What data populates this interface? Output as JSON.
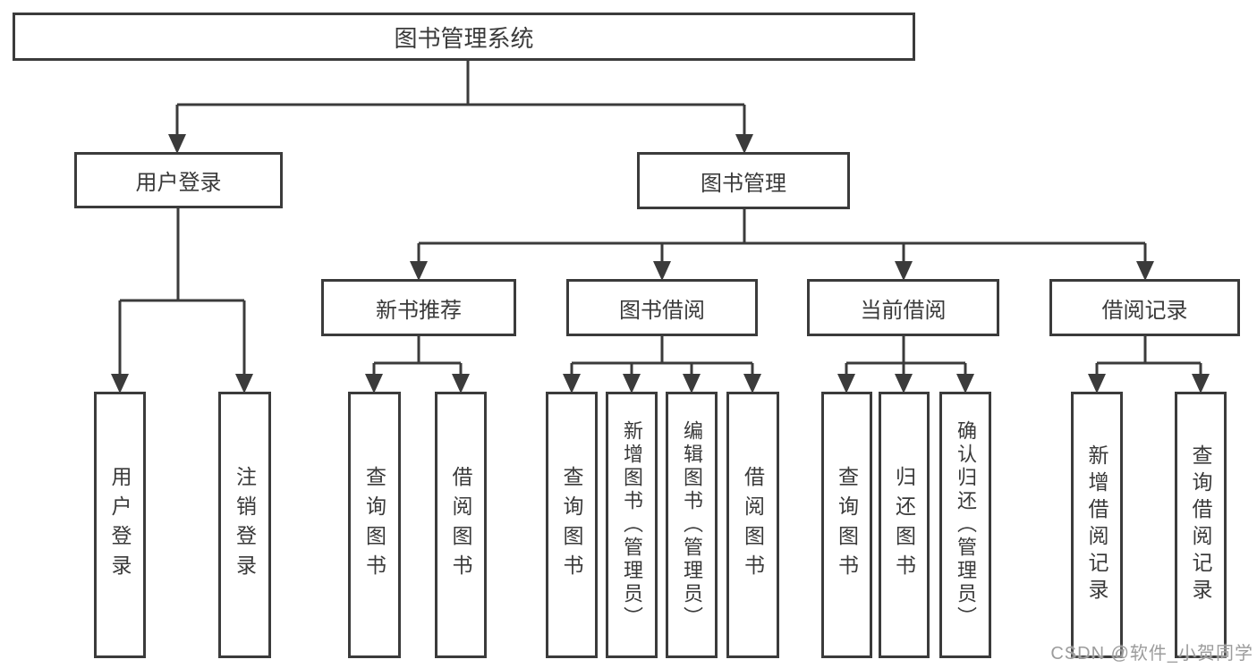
{
  "diagram": {
    "root": {
      "label": "图书管理系统"
    },
    "branches": [
      {
        "label": "用户登录",
        "children": [
          {
            "label": "用户登录"
          },
          {
            "label": "注销登录"
          }
        ]
      },
      {
        "label": "图书管理",
        "children": [
          {
            "label": "新书推荐",
            "children": [
              {
                "label": "查询图书"
              },
              {
                "label": "借阅图书"
              }
            ]
          },
          {
            "label": "图书借阅",
            "children": [
              {
                "label": "查询图书"
              },
              {
                "label": "新增图书（管理员）"
              },
              {
                "label": "编辑图书（管理员）"
              },
              {
                "label": "借阅图书"
              }
            ]
          },
          {
            "label": "当前借阅",
            "children": [
              {
                "label": "查询图书"
              },
              {
                "label": "归还图书"
              },
              {
                "label": "确认归还（管理员）"
              }
            ]
          },
          {
            "label": "借阅记录",
            "children": [
              {
                "label": "新增借阅记录"
              },
              {
                "label": "查询借阅记录"
              }
            ]
          }
        ]
      }
    ]
  },
  "watermark": {
    "text": "CSDN @软件_小贺同学"
  },
  "colors": {
    "line": "#3b3b3b",
    "text": "#3a3a3a",
    "background": "#ffffff",
    "watermark": "#9c9c9c"
  }
}
